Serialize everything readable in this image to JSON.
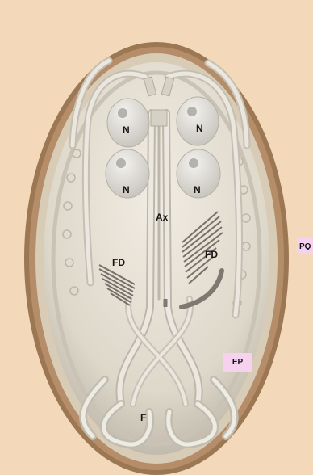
{
  "diagram": {
    "labels": {
      "nucleus_1": "N",
      "nucleus_2": "N",
      "nucleus_3": "N",
      "nucleus_4": "N",
      "axostyle": "Ax",
      "fd_left": "FD",
      "fd_right": "FD",
      "flagella": "F",
      "pq": "PQ",
      "ep": "EP"
    },
    "colors": {
      "background": "#f3d9b9",
      "cyst_wall": "#9b7754",
      "cyst_interior": "#e7e2d6",
      "tag_pink": "#f6d2ee"
    }
  }
}
